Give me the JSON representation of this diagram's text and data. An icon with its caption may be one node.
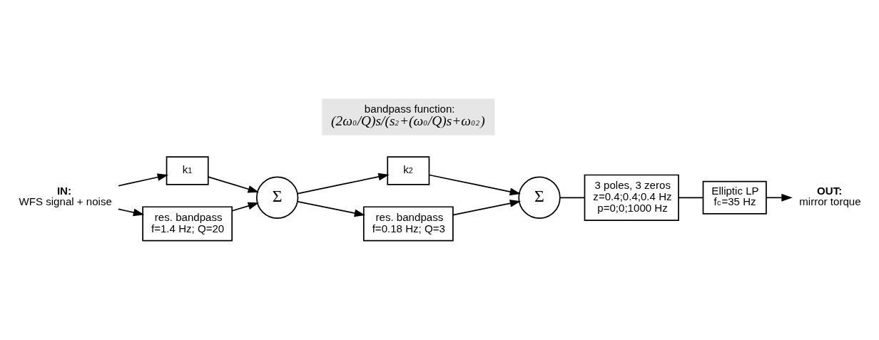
{
  "diagram": {
    "nodes": [
      {
        "text": [
          "IN:",
          "WFS signal + noise"
        ]
      },
      {
        "text": [
          "k$_{1}$"
        ]
      },
      {
        "text": [
          "Σ"
        ]
      },
      {
        "text": [
          "res. bandpass",
          "f=1.4 Hz; Q=20"
        ]
      },
      {
        "text": [
          "k$_{2}$"
        ]
      },
      {
        "text": [
          "Σ"
        ]
      },
      {
        "text": [
          "res. bandpass",
          "f=0.18 Hz; Q=3"
        ]
      },
      {
        "text": [
          "3 poles, 3 zeros",
          "z=0.4;0.4;0.4 Hz",
          "p=0;0;1000 Hz"
        ]
      },
      {
        "text": [
          "Elliptic LP",
          "f$_{c}$=35 Hz"
        ]
      },
      {
        "text": [
          "OUT:",
          "mirror torque"
        ]
      },
      {
        "text": [
          "bandpass function:",
          "(2ω$_{0}$/Q)s/(s$^{2}$+(ω$_{0}$/Q)s+ω$_{0}$$^{2}$)"
        ]
      }
    ],
    "edges": [
      {
        "from": 0,
        "to": 1,
        "arrow": "to"
      },
      {
        "from": 0,
        "to": 3,
        "arrow": "to"
      },
      {
        "from": 1,
        "to": 2,
        "arrow": "to"
      },
      {
        "from": 3,
        "to": 2,
        "arrow": "to"
      },
      {
        "from": 2,
        "to": 4,
        "arrow": "to"
      },
      {
        "from": 2,
        "to": 6,
        "arrow": "to"
      },
      {
        "from": 4,
        "to": 5,
        "arrow": "to"
      },
      {
        "from": 6,
        "to": 5,
        "arrow": "to"
      },
      {
        "from": 5,
        "to": 7,
        "arrow": "none"
      },
      {
        "from": 7,
        "to": 8,
        "arrow": "none"
      },
      {
        "from": 8,
        "to": 9,
        "arrow": "to"
      }
    ]
  }
}
